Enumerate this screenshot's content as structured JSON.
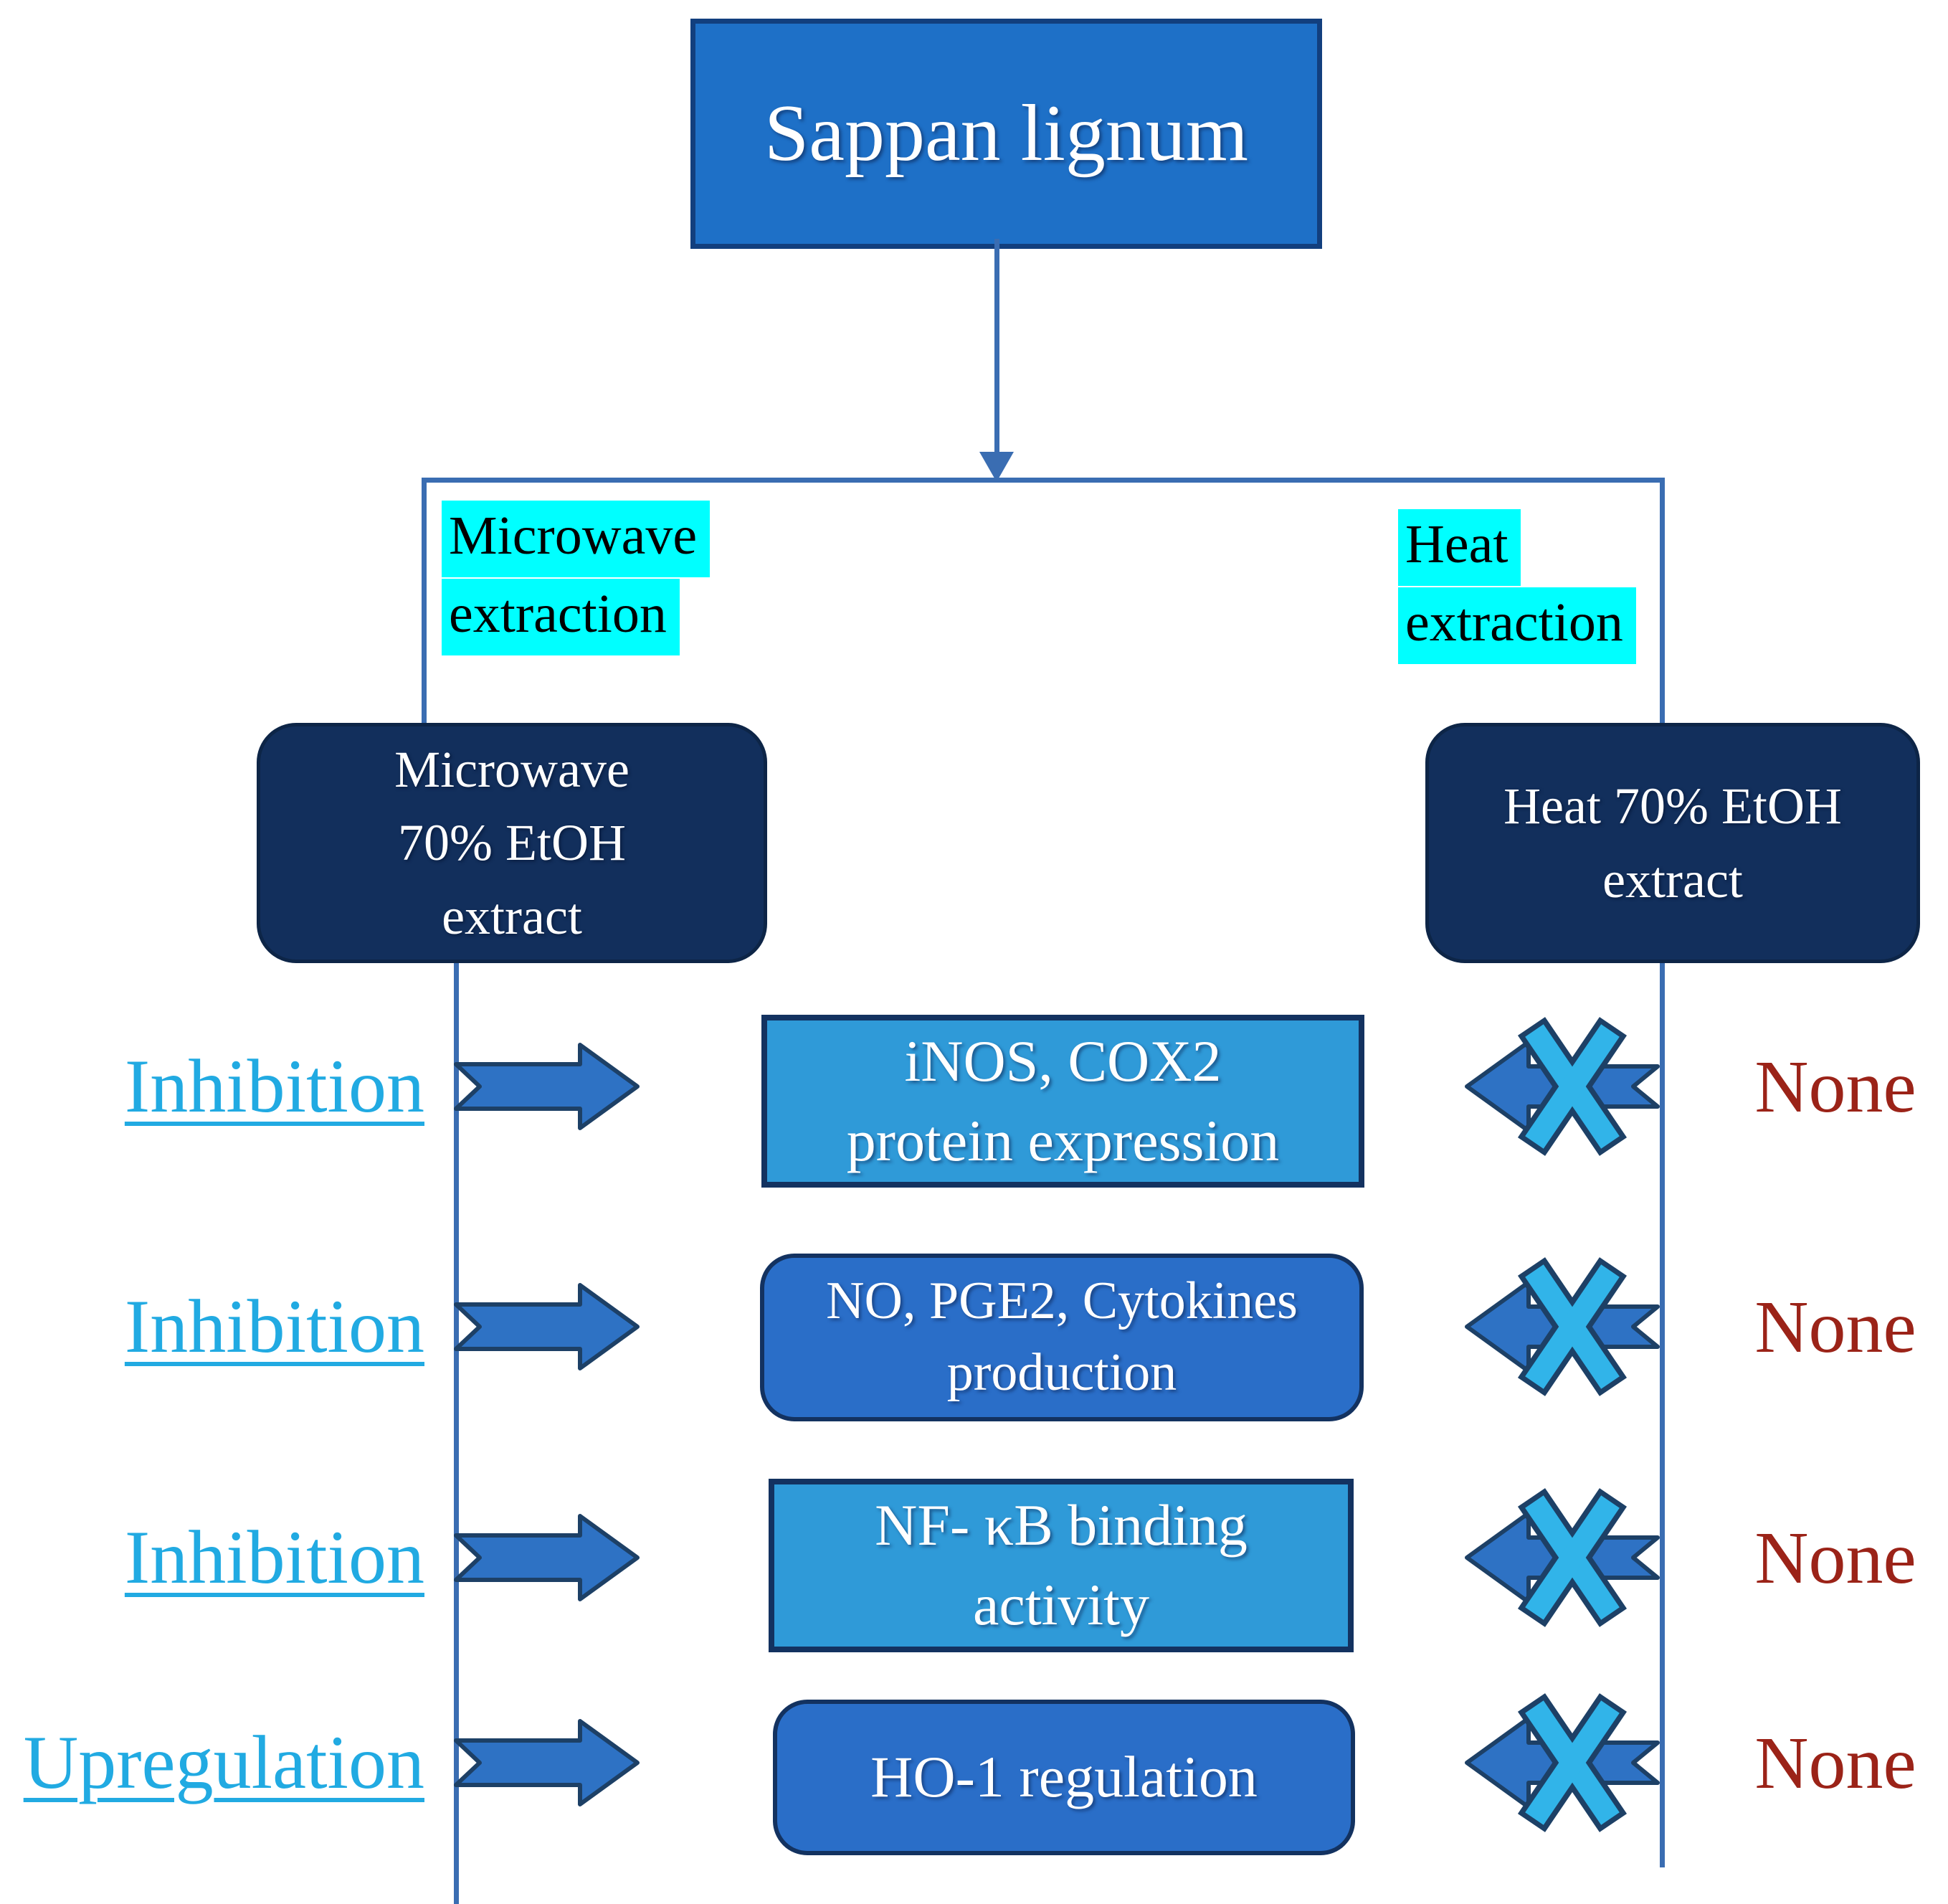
{
  "figure": {
    "title": "Sappan lignum"
  },
  "branches": {
    "left": {
      "label_lines": [
        "Microwave",
        "extraction"
      ],
      "extract_lines": [
        "Microwave",
        "70% EtOH",
        "extract"
      ]
    },
    "right": {
      "label_lines": [
        "Heat",
        "extraction"
      ],
      "extract_lines": [
        "Heat 70% EtOH",
        "extract"
      ]
    }
  },
  "rows": [
    {
      "effect": "Inhibition",
      "target_lines": [
        "iNOS, COX2",
        "protein expression"
      ],
      "heat_result": "None"
    },
    {
      "effect": "Inhibition",
      "target_lines": [
        "NO, PGE2, Cytokines",
        "production"
      ],
      "heat_result": "None"
    },
    {
      "effect": "Inhibition",
      "target_lines": [
        "NF- κB binding",
        "activity"
      ],
      "heat_result": "None"
    },
    {
      "effect": "Upregulation",
      "target_lines": [
        "HO-1 regulation"
      ],
      "heat_result": "None"
    }
  ],
  "colors": {
    "line": "#3a6db2",
    "top_box_fill": "#1e70c7",
    "top_box_border": "#123f7e",
    "navy_fill": "#122f5c",
    "light_box_fill": "#2f9ad8",
    "mid_box_fill": "#2a6ec8",
    "box_border": "#133260",
    "arrow_fill": "#2e72c4",
    "arrow_stroke": "#1d4066",
    "x_fill": "#31b4e9",
    "label_blue": "#21aae2",
    "none_red": "#9b2318",
    "highlight_cyan": "#00ffff",
    "text_white": "#ffffff"
  }
}
